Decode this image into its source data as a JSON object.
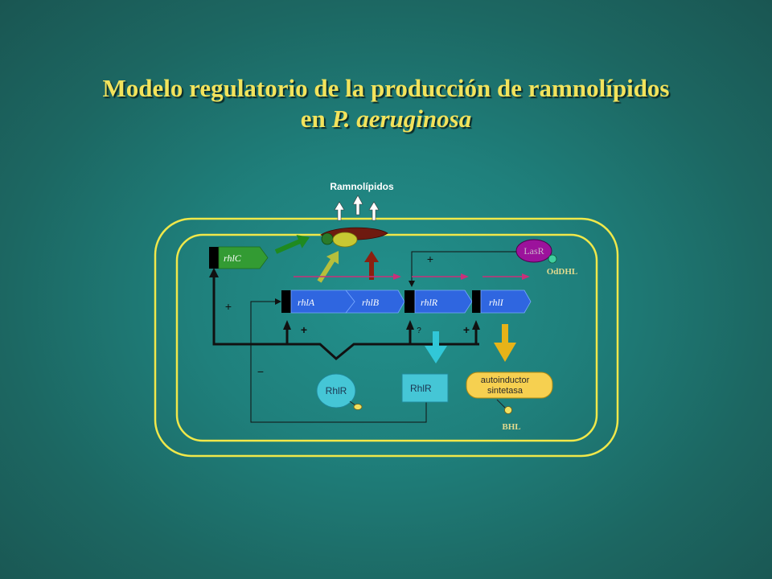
{
  "slide": {
    "title": {
      "line1": "Modelo regulatorio de la producción de ramnolípidos",
      "line2_prefix": "en",
      "line2_italic": "P. aeruginosa"
    }
  },
  "diagram": {
    "product_label": "Ramnolípidos",
    "genes": {
      "rhlC": "rhlC",
      "rhlA": "rhlA",
      "rhlB": "rhlB",
      "rhlR": "rhlR",
      "rhlI": "rhlI"
    },
    "proteins": {
      "lasR": "LasR",
      "rhlR_free": "RhlR",
      "rhlR_bound": "RhlR",
      "synthase_line1": "autoinductor",
      "synthase_line2": "sintetasa"
    },
    "signals": {
      "odDHL": "OdDHL",
      "bhl": "BHL"
    },
    "regulation_signs": {
      "lasR_to_rhlR": "+",
      "to_rhlC": "+",
      "rhlAB_promoter": "+",
      "rhlR_promoter": "?",
      "rhlI_promoter": "+",
      "feedback": "−"
    }
  },
  "colors": {
    "title": "#f2e35c",
    "membrane": "#f0e84a",
    "gene": "#2f66e0",
    "gene_outline": "#78a8ff",
    "rhlC_gene": "#339b33",
    "lasR": "#9c129c",
    "rhlR": "#45c6d6",
    "synthase": "#f6d050",
    "transcript": "#c8307a"
  }
}
